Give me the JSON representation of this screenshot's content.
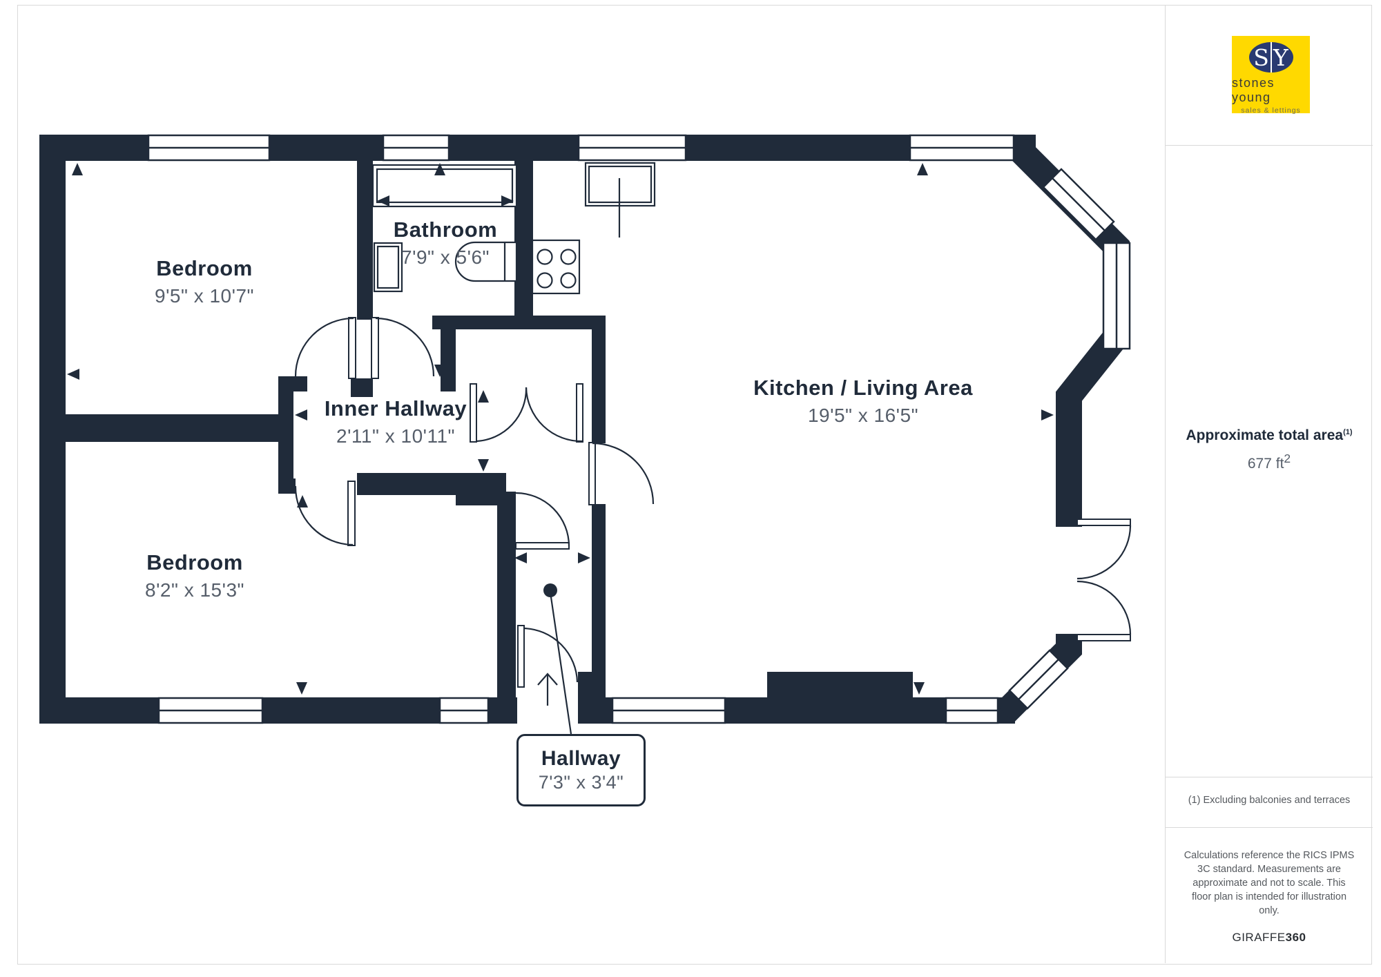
{
  "plan": {
    "rooms": [
      {
        "name": "Bedroom",
        "dims": "9'5\" x 10'7\""
      },
      {
        "name": "Bathroom",
        "dims": "7'9\" x 5'6\""
      },
      {
        "name": "Inner Hallway",
        "dims": "2'11\" x 10'11\""
      },
      {
        "name": "Kitchen / Living Area",
        "dims": "19'5\" x 16'5\""
      },
      {
        "name": "Bedroom",
        "dims": "8'2\" x 15'3\""
      },
      {
        "name": "Hallway",
        "dims": "7'3\" x 3'4\""
      }
    ],
    "colors": {
      "wall": "#202b3a",
      "dim_text": "#565e6a",
      "border": "#d9d9d9"
    }
  },
  "sidebar": {
    "logo": {
      "monogram_left": "S",
      "monogram_right": "Y",
      "name": "stones young",
      "tagline": "sales & lettings",
      "bg_color": "#ffd900",
      "circle_color": "#2a3a71"
    },
    "area_label": "Approximate total area",
    "area_label_sup": "(1)",
    "area_value": "677 ft",
    "area_value_sup": "2",
    "note": "(1) Excluding balconies and terraces",
    "disclaimer": "Calculations reference the RICS IPMS 3C standard. Measurements are approximate and not to scale. This floor plan is intended for illustration only.",
    "brand": "GIRAFFE",
    "brand_bold": "360"
  }
}
